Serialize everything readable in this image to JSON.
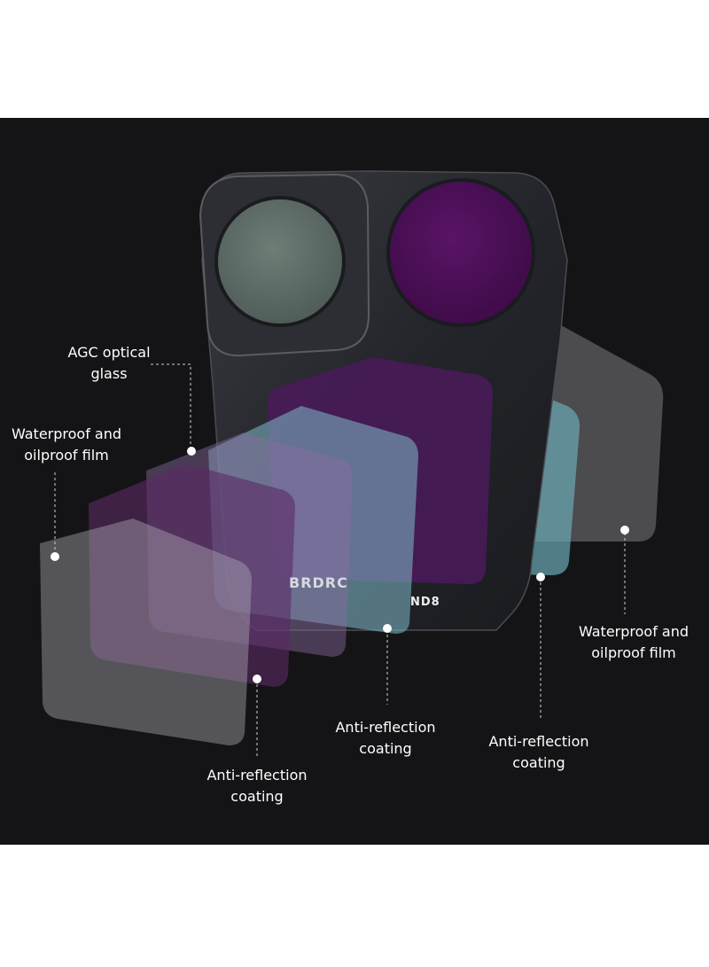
{
  "brand_text": "BRDRC",
  "filter_marking": "ND8",
  "callouts": [
    {
      "id": "agc-optical-glass",
      "lines": [
        "AGC optical",
        "glass"
      ]
    },
    {
      "id": "waterproof-oilproof-film-left",
      "lines": [
        "Waterproof and",
        "oilproof film"
      ]
    },
    {
      "id": "anti-reflection-coating-left",
      "lines": [
        "Anti-reflection",
        "coating"
      ]
    },
    {
      "id": "anti-reflection-coating-center",
      "lines": [
        "Anti-reflection",
        "coating"
      ]
    },
    {
      "id": "anti-reflection-coating-right",
      "lines": [
        "Anti-reflection",
        "coating"
      ]
    },
    {
      "id": "waterproof-oilproof-film-right",
      "lines": [
        "Waterproof and",
        "oilproof film"
      ]
    }
  ],
  "colors": {
    "background": "#141416",
    "frame": "#2a2c31",
    "grey_lens": "#5d6c66",
    "purple_lens": "#4b0f55",
    "cyan_layer": "#7fb8c4",
    "purple_layer": "#6a3a80",
    "grey_layer": "#9a9aa0"
  }
}
